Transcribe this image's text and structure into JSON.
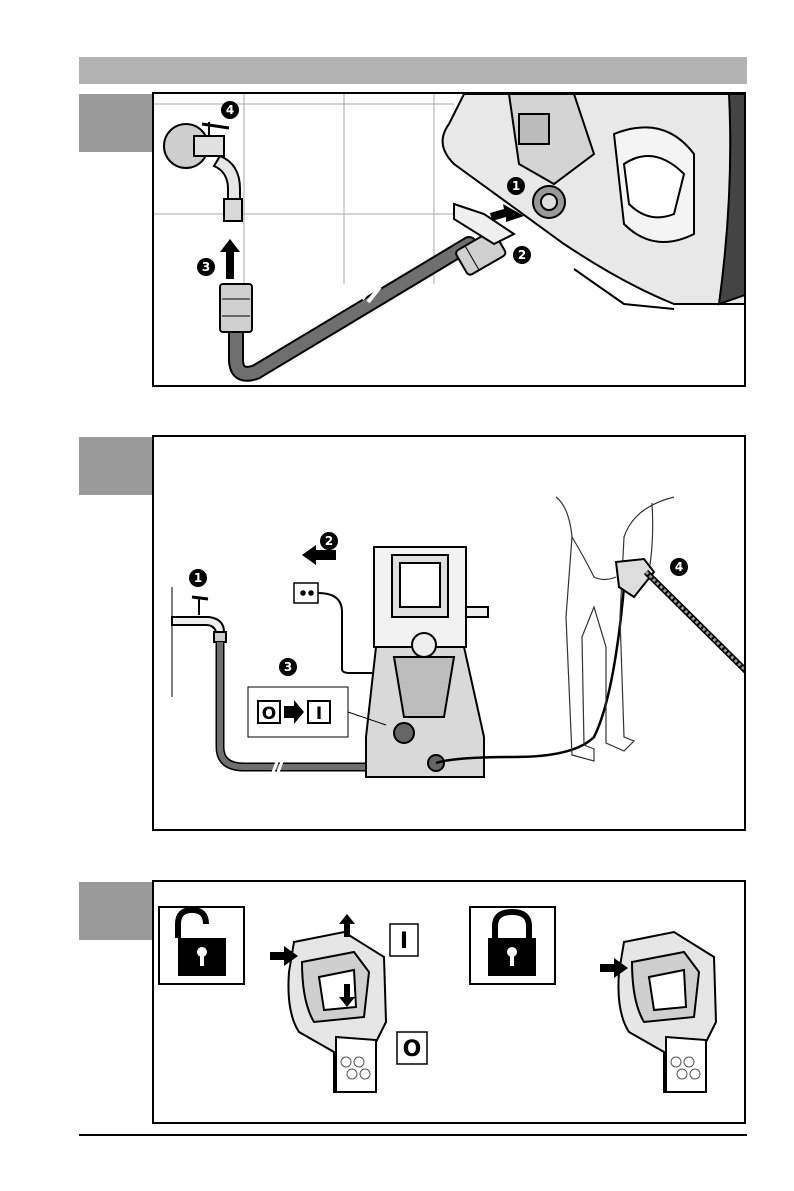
{
  "figures": [
    {
      "callouts": [
        "4",
        "3",
        "1",
        "2"
      ]
    },
    {
      "callouts": [
        "1",
        "2",
        "3",
        "4"
      ],
      "switch_symbols": {
        "off": "O",
        "on": "I"
      }
    },
    {
      "switch_symbols": {
        "on": "I",
        "off": "O"
      },
      "icons": [
        "lock-open-icon",
        "lock-closed-icon"
      ]
    }
  ],
  "colors": {
    "header_bar": "#b3b3b3",
    "tab": "#9a9a9a",
    "hose": "#6f6f6f"
  }
}
